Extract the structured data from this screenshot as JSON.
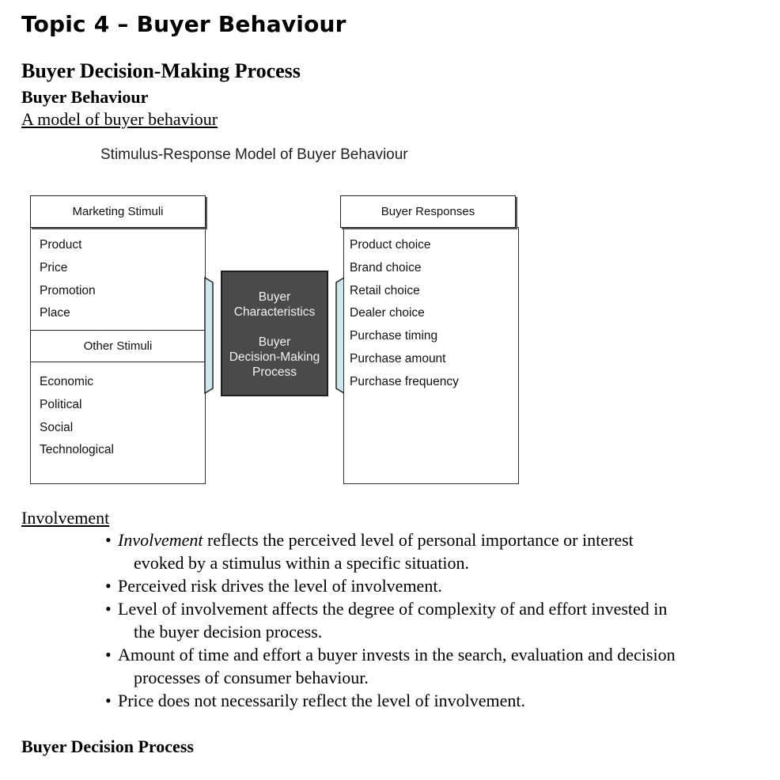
{
  "heading": {
    "topic": "Topic 4 – Buyer Behaviour",
    "section": "Buyer Decision-Making Process",
    "subsection": "Buyer Behaviour",
    "model_link": "A model of buyer behaviour"
  },
  "diagram": {
    "title": "Stimulus-Response Model of Buyer Behaviour",
    "marketing_stimuli": {
      "label": "Marketing Stimuli",
      "items": [
        "Product",
        "Price",
        "Promotion",
        "Place"
      ]
    },
    "other_stimuli": {
      "label": "Other Stimuli",
      "items": [
        "Economic",
        "Political",
        "Social",
        "Technological"
      ]
    },
    "center": {
      "line1": "Buyer\nCharacteristics",
      "line2": "Buyer\nDecision-Making\nProcess"
    },
    "buyer_responses": {
      "label": "Buyer Responses",
      "items": [
        "Product choice",
        "Brand choice",
        "Retail choice",
        "Dealer choice",
        "Purchase timing",
        "Purchase amount",
        "Purchase frequency"
      ]
    }
  },
  "involvement": {
    "title": "Involvement",
    "bullets": [
      {
        "lead": "Involvement",
        "first": " reflects the perceived level of personal importance or interest",
        "cont": "evoked by a stimulus within a specific situation."
      },
      {
        "lead": "",
        "first": "Perceived risk drives the level of involvement.",
        "cont": ""
      },
      {
        "lead": "",
        "first": "Level of involvement affects the degree of complexity of and effort invested in",
        "cont": "the buyer decision process."
      },
      {
        "lead": "",
        "first": "Amount of time and effort a buyer invests in the search, evaluation and decision",
        "cont": "processes of consumer behaviour."
      },
      {
        "lead": "",
        "first": "Price does not necessarily reflect the level of involvement.",
        "cont": ""
      }
    ],
    "bullet_char": "•"
  },
  "footer_heading": "Buyer Decision Process"
}
